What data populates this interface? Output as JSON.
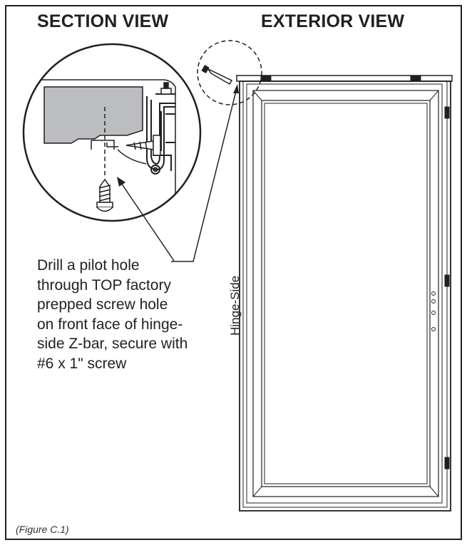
{
  "headings": {
    "section_view": "SECTION VIEW",
    "exterior_view": "EXTERIOR VIEW"
  },
  "instruction": {
    "lines": [
      "Drill a pilot hole",
      "through TOP factory",
      "prepped screw hole",
      "on front face of hinge-",
      "side Z-bar, secure with",
      "#6 x 1\" screw"
    ]
  },
  "side_label": "Hinge-Side",
  "caption": "(Figure C.1)"
}
